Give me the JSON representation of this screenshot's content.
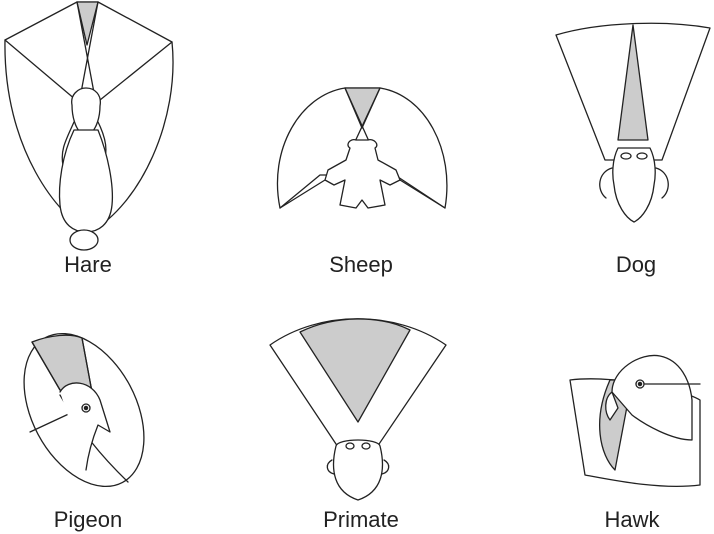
{
  "animals": [
    {
      "id": "hare",
      "label": "Hare"
    },
    {
      "id": "sheep",
      "label": "Sheep"
    },
    {
      "id": "dog",
      "label": "Dog"
    },
    {
      "id": "pigeon",
      "label": "Pigeon"
    },
    {
      "id": "primate",
      "label": "Primate"
    },
    {
      "id": "hawk",
      "label": "Hawk"
    }
  ],
  "colors": {
    "binocular_field": "#cccccc",
    "monocular_field": "#ffffff",
    "outline": "#222222"
  }
}
